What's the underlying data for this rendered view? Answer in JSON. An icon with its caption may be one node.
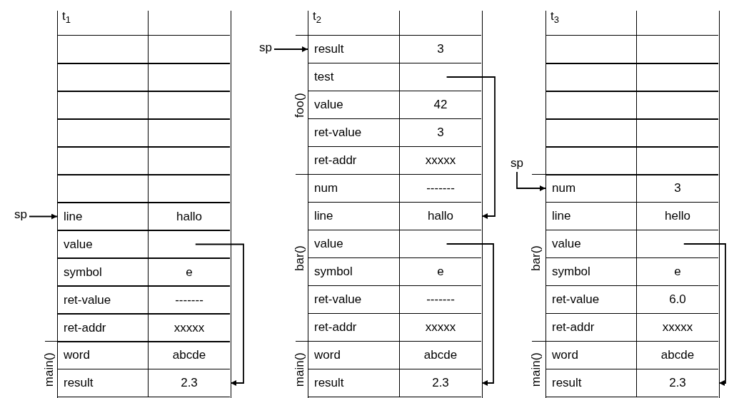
{
  "diagram": {
    "nodes": [
      {
        "text": [
          "sp"
        ]
      },
      {
        "text": [
          "t$_{1}$"
        ]
      },
      {
        "text": [],
        "shape": "box",
        "in": 1
      },
      {
        "text": [],
        "shape": "box",
        "in": 1
      },
      {
        "text": [],
        "shape": "box",
        "in": 1
      },
      {
        "text": [],
        "shape": "box",
        "in": 1
      },
      {
        "text": [],
        "shape": "box",
        "in": 1
      },
      {
        "text": [],
        "shape": "box",
        "in": 1
      },
      {
        "text": [
          "line",
          "hallo"
        ],
        "in": 1
      },
      {
        "text": [
          "value"
        ],
        "in": 1
      },
      {
        "text": [
          "symbol",
          "e"
        ],
        "in": 1
      },
      {
        "text": [
          "ret-value",
          "-------"
        ],
        "in": 1
      },
      {
        "text": [
          "ret-addr",
          "xxxxx"
        ],
        "in": 1
      },
      {
        "text": [
          "main()"
        ],
        "in": 1
      },
      {
        "text": [
          "word",
          "abcde"
        ],
        "in": 13
      },
      {
        "text": [
          "result",
          "2.3"
        ],
        "in": 13
      },
      {
        "text": [
          "sp"
        ]
      },
      {
        "text": [
          "t$_{2}$"
        ]
      },
      {
        "text": [
          "foo()"
        ],
        "in": 17
      },
      {
        "text": [
          "result",
          "3"
        ],
        "in": 18
      },
      {
        "text": [
          "test"
        ],
        "in": 18
      },
      {
        "text": [
          "value",
          "42"
        ],
        "in": 18
      },
      {
        "text": [
          "ret-value",
          "3"
        ],
        "in": 18
      },
      {
        "text": [
          "ret-addr",
          "xxxxx"
        ],
        "in": 18
      },
      {
        "text": [
          "bar()"
        ],
        "in": 17
      },
      {
        "text": [
          "num",
          "-------"
        ],
        "in": 24
      },
      {
        "text": [
          "line",
          "hallo"
        ],
        "in": 24
      },
      {
        "text": [
          "value"
        ],
        "in": 24
      },
      {
        "text": [
          "symbol",
          "e"
        ],
        "in": 24
      },
      {
        "text": [
          "ret-value",
          "-------"
        ],
        "in": 24
      },
      {
        "text": [
          "ret-addr",
          "xxxxx"
        ],
        "in": 24
      },
      {
        "text": [
          "main()"
        ],
        "in": 17
      },
      {
        "text": [
          "word",
          "abcde"
        ],
        "in": 31
      },
      {
        "text": [
          "result",
          "2.3"
        ],
        "in": 31
      },
      {
        "text": [
          "sp"
        ]
      },
      {
        "text": [
          "t$_{3}$"
        ]
      },
      {
        "text": [],
        "shape": "box",
        "in": 35
      },
      {
        "text": [],
        "shape": "box",
        "in": 35
      },
      {
        "text": [],
        "shape": "box",
        "in": 35
      },
      {
        "text": [],
        "shape": "box",
        "in": 35
      },
      {
        "text": [],
        "shape": "box",
        "in": 35
      },
      {
        "text": [
          "bar()"
        ],
        "in": 35
      },
      {
        "text": [
          "num",
          "3"
        ],
        "in": 41
      },
      {
        "text": [
          "line",
          "hello"
        ],
        "in": 41
      },
      {
        "text": [
          "value"
        ],
        "in": 41
      },
      {
        "text": [
          "symbol",
          "e"
        ],
        "in": 41
      },
      {
        "text": [
          "ret-value",
          "6.0"
        ],
        "in": 41
      },
      {
        "text": [
          "ret-addr",
          "xxxxx"
        ],
        "in": 41
      },
      {
        "text": [
          "main()"
        ],
        "in": 35
      },
      {
        "text": [
          "word",
          "abcde"
        ],
        "in": 48
      },
      {
        "text": [
          "result",
          "2.3"
        ],
        "in": 48
      }
    ],
    "edges": [
      {
        "from": 0,
        "to": 8,
        "arrow": "to"
      },
      {
        "from": 9,
        "to": 15,
        "arrow": "to"
      },
      {
        "from": 16,
        "to": 19,
        "arrow": "to"
      },
      {
        "from": 20,
        "to": 26,
        "arrow": "to"
      },
      {
        "from": 27,
        "to": 33,
        "arrow": "to"
      },
      {
        "from": 34,
        "to": 42,
        "arrow": "to"
      },
      {
        "from": 44,
        "to": 50,
        "arrow": "to"
      }
    ]
  }
}
